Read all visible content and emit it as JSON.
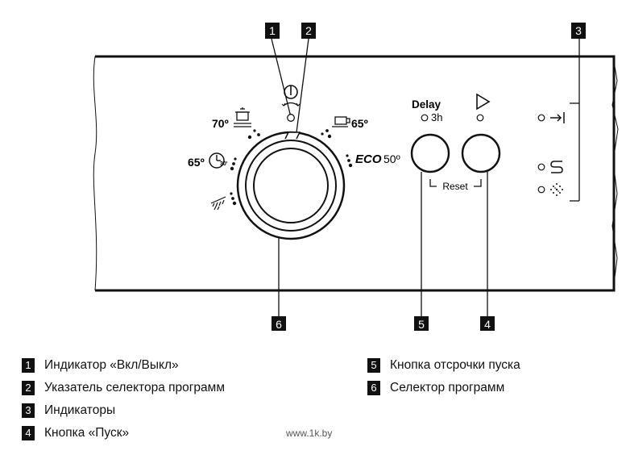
{
  "callouts": [
    "1",
    "2",
    "3",
    "4",
    "5",
    "6"
  ],
  "panel": {
    "program_labels": {
      "p70": "70º",
      "p65_left": "65º",
      "p65_right": "65º",
      "eco": "ECO",
      "eco_temp": "50º"
    },
    "delay_label": "Delay",
    "delay_value": "3h",
    "reset_label": "Reset"
  },
  "legend": [
    {
      "num": "1",
      "text": "Индикатор «Вкл/Выкл»"
    },
    {
      "num": "2",
      "text": "Указатель селектора программ"
    },
    {
      "num": "3",
      "text": "Индикаторы"
    },
    {
      "num": "4",
      "text": "Кнопка «Пуск»"
    },
    {
      "num": "5",
      "text": "Кнопка отсрочки пуска"
    },
    {
      "num": "6",
      "text": "Селектор программ"
    }
  ],
  "watermark": "www.1k.by",
  "icons": [
    "power-icon",
    "start-icon",
    "end-arrow-icon",
    "rinse-icon",
    "salt-icon",
    "pot-icon",
    "cup-icon",
    "clock-icon",
    "pre-rinse-icon"
  ]
}
